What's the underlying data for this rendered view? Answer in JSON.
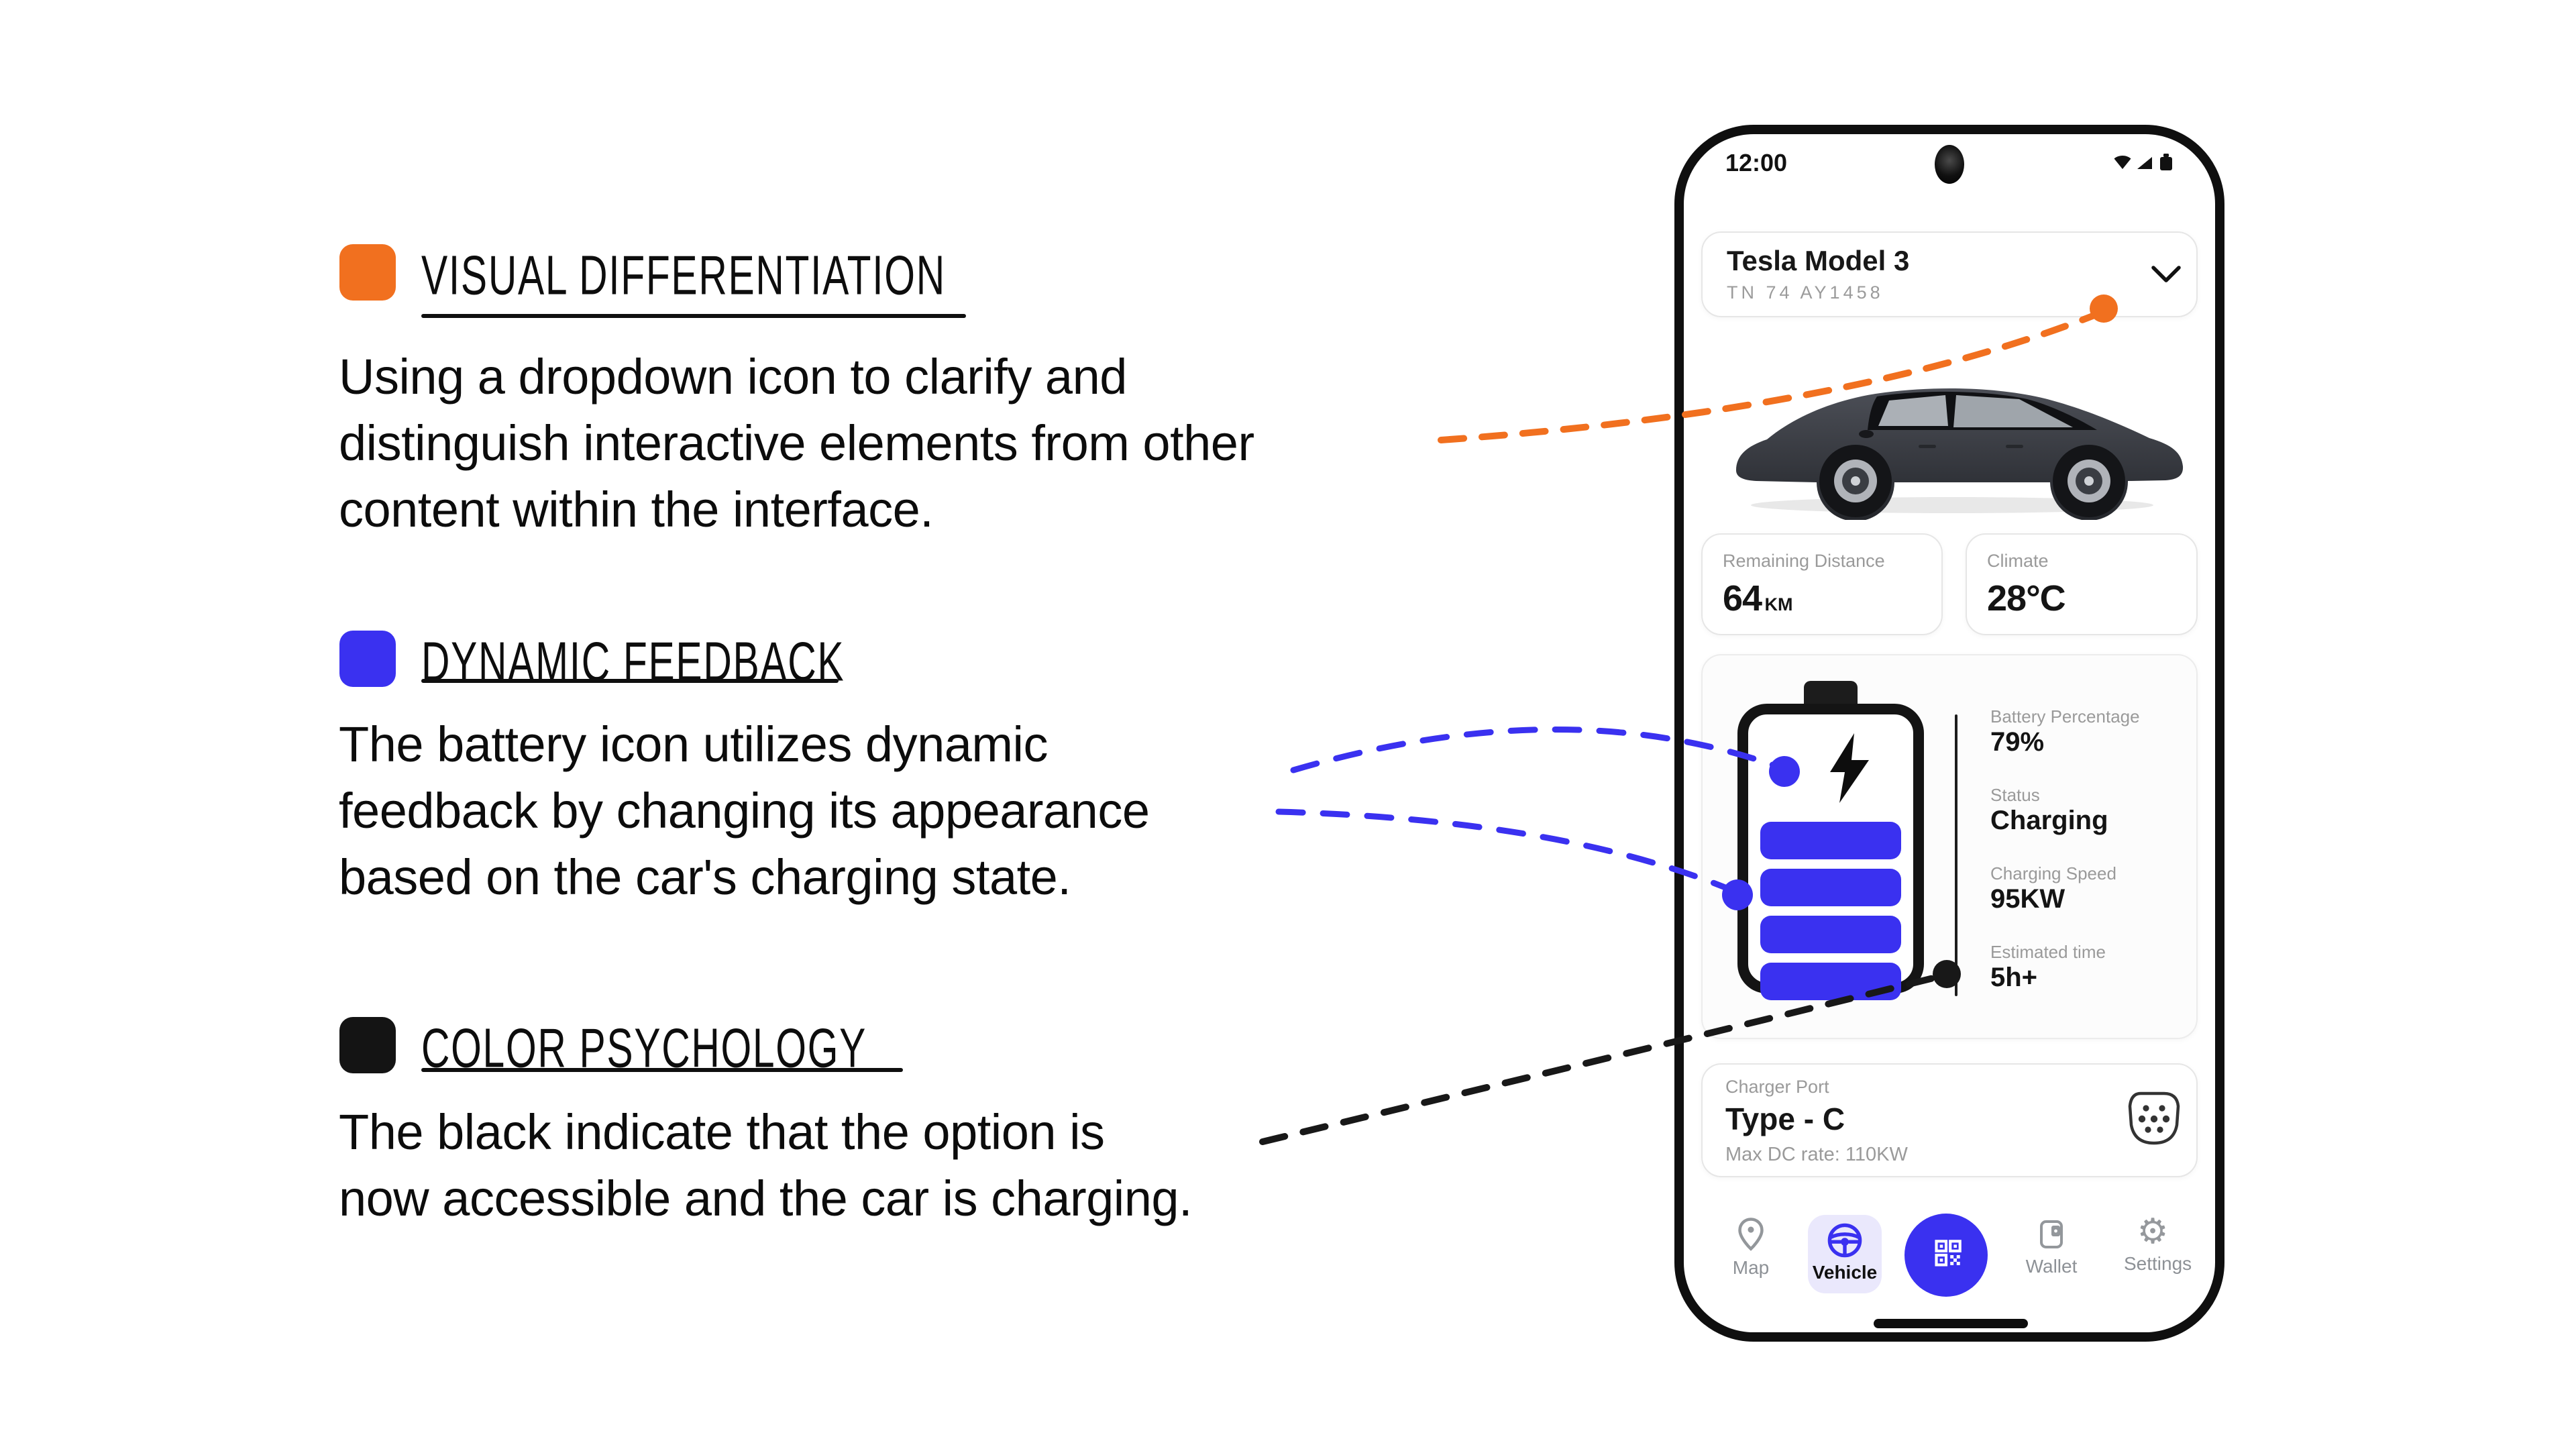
{
  "colors": {
    "accent_orange": "#F1701F",
    "accent_blue": "#3A31F0",
    "accent_black": "#141414",
    "nav_active_bg": "#EAE8FC"
  },
  "annotations": [
    {
      "title": "VISUAL DIFFERENTIATION",
      "swatch": "#F1701F",
      "body": "Using a dropdown icon to clarify and\ndistinguish interactive elements from other\ncontent within the interface."
    },
    {
      "title": "DYNAMIC FEEDBACK",
      "swatch": "#3A31F0",
      "body": "The battery icon utilizes dynamic\nfeedback by changing its appearance\nbased on the car's charging state."
    },
    {
      "title": "COLOR PSYCHOLOGY",
      "swatch": "#141414",
      "body": "The black indicate that the option is\nnow accessible and the car is charging."
    }
  ],
  "phone": {
    "status_bar": {
      "time": "12:00"
    },
    "vehicle_selector": {
      "name": "Tesla Model 3",
      "plate": "TN 74 AY1458"
    },
    "stats": [
      {
        "label": "Remaining Distance",
        "value": "64",
        "unit": "KM"
      },
      {
        "label": "Climate",
        "value": "28°C",
        "unit": ""
      }
    ],
    "battery": {
      "rows": [
        {
          "label": "Battery Percentage",
          "value": "79%"
        },
        {
          "label": "Status",
          "value": "Charging"
        },
        {
          "label": "Charging Speed",
          "value": "95KW"
        },
        {
          "label": "Estimated time",
          "value": "5h+"
        }
      ]
    },
    "charger": {
      "label": "Charger Port",
      "value": "Type - C",
      "sub": "Max DC rate: 110KW"
    },
    "nav": [
      {
        "label": "Map"
      },
      {
        "label": "Vehicle"
      },
      {
        "label": "Wallet"
      },
      {
        "label": "Settings"
      }
    ]
  }
}
